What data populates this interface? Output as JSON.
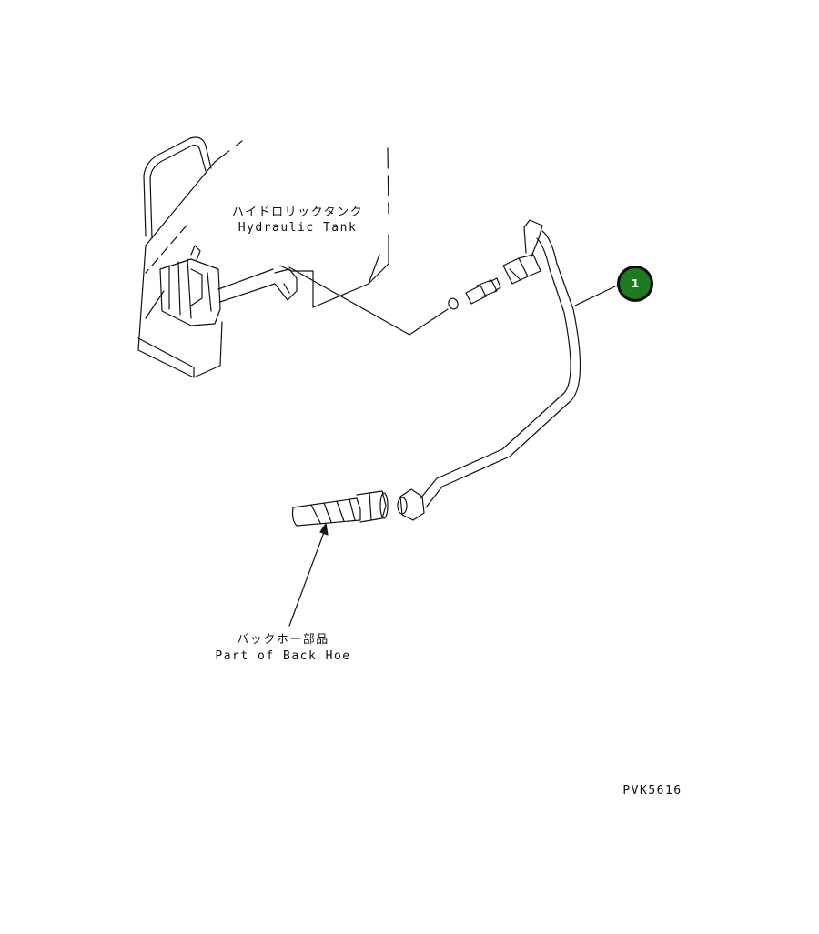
{
  "labels": {
    "tank_jp": "ハイドロリックタンク",
    "tank_en": "Hydraulic Tank",
    "backhoe_jp": "バックホー部品",
    "backhoe_en": "Part of Back Hoe",
    "drawing_code": "PVK5616"
  },
  "callouts": [
    {
      "number": "1",
      "part": "pipe"
    }
  ],
  "colors": {
    "line": "#111111",
    "callout_fill": "#1e7a1e",
    "callout_border": "#0a0a0a",
    "callout_text": "#ffffff",
    "background": "#ffffff"
  }
}
